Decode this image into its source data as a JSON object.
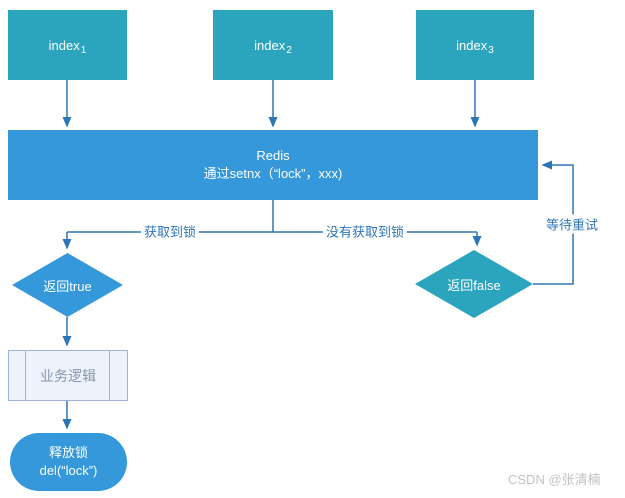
{
  "diagram_title": "Redis setnx distributed-lock flowchart",
  "colors": {
    "teal_node": "#2BA5BD",
    "blue_node": "#3498DB",
    "connector": "#2E75B6",
    "process_fill": "#EEF3FB",
    "process_border": "#9CB3DC",
    "process_text": "#8496AF",
    "watermark_text": "#C2C2C2"
  },
  "nodes": {
    "index1": {
      "text": "index",
      "sub": "1"
    },
    "index2": {
      "text": "index",
      "sub": "2"
    },
    "index3": {
      "text": "index",
      "sub": "3"
    },
    "redis": {
      "line1": "Redis",
      "line2": "通过setnx（“lock”，xxx)"
    },
    "true_diamond": {
      "label": "返回true"
    },
    "false_diamond": {
      "label": "返回false"
    },
    "business": {
      "label": "业务逻辑"
    },
    "release": {
      "line1": "释放锁",
      "line2": "del(“lock”)"
    }
  },
  "edge_labels": {
    "got_lock": "获取到锁",
    "no_lock": "没有获取到锁",
    "retry": "等待重试"
  },
  "watermark": "CSDN @张清楠"
}
